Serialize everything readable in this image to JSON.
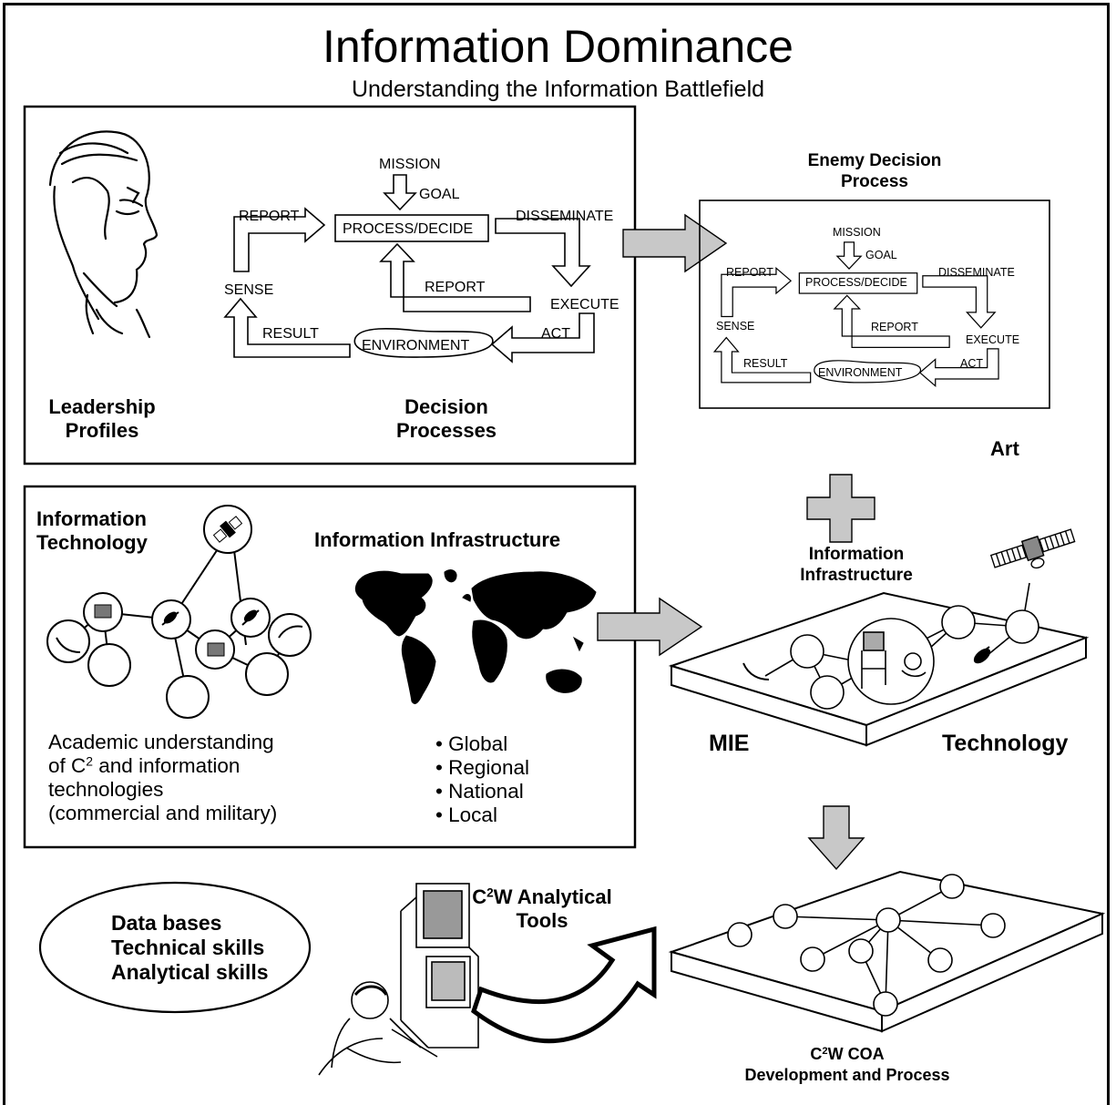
{
  "header": {
    "title": "Information Dominance",
    "subtitle": "Understanding the Information Battlefield"
  },
  "decision_panel": {
    "leadership_label": [
      "Leadership",
      "Profiles"
    ],
    "decision_label": [
      "Decision",
      "Processes"
    ]
  },
  "decision_cycle": {
    "mission": "MISSION",
    "goal": "GOAL",
    "process": "PROCESS/DECIDE",
    "report_top": "REPORT",
    "disseminate": "DISSEMINATE",
    "report_inner": "REPORT",
    "sense": "SENSE",
    "execute": "EXECUTE",
    "result": "RESULT",
    "environment": "ENVIRONMENT",
    "act": "ACT"
  },
  "enemy": {
    "title": [
      "Enemy Decision",
      "Process"
    ]
  },
  "infra_panel": {
    "it_title": [
      "Information",
      "Technology"
    ],
    "infra_title": "Information Infrastructure",
    "academic": [
      "Academic understanding",
      "of C",
      "2",
      " and information",
      "technologies",
      "(commercial and military)"
    ],
    "bullet_symbol": "•",
    "scopes": [
      "Global",
      "Regional",
      "National",
      "Local"
    ]
  },
  "right_column": {
    "art": "Art",
    "infra_label": [
      "Information",
      "Infrastructure"
    ],
    "mie": "MIE",
    "technology": "Technology"
  },
  "bottom": {
    "ellipse_lines": [
      "Data bases",
      "Technical skills",
      "Analytical skills"
    ],
    "tools_title": [
      "C",
      "2",
      "W Analytical",
      "Tools"
    ],
    "coa_title": [
      "C",
      "2",
      "W COA",
      "Development and Process"
    ]
  },
  "colors": {
    "line": "#000000",
    "arrow_fill": "#c8c8c8",
    "background": "#ffffff"
  }
}
